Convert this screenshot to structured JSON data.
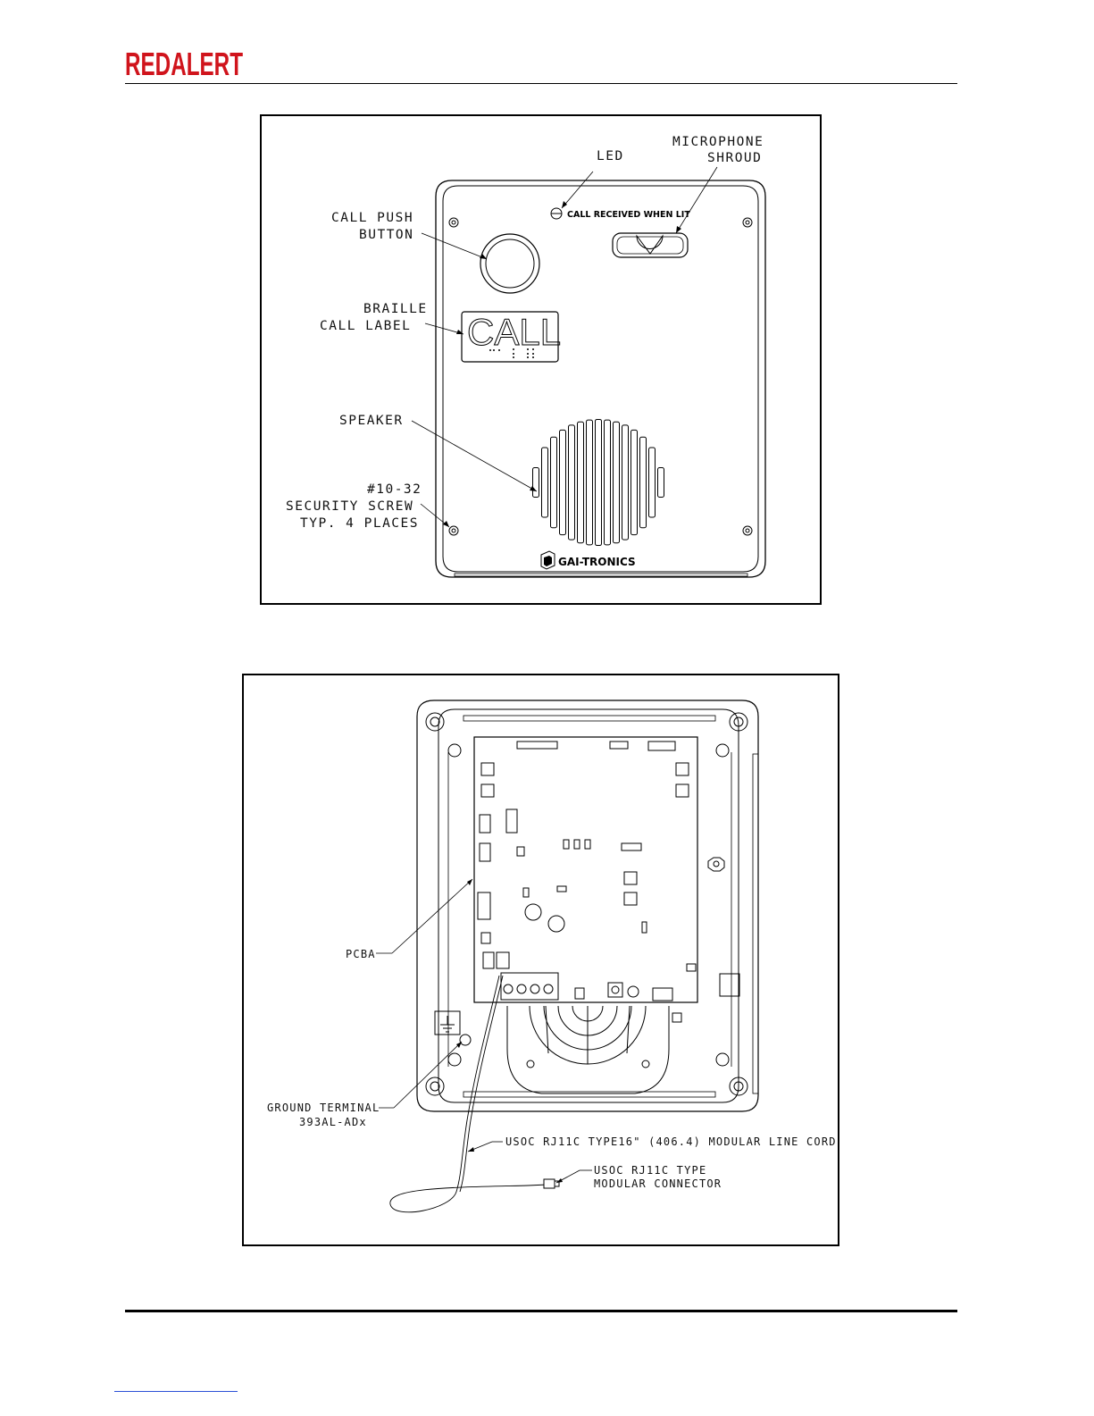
{
  "header": {
    "logo_text": "REDALERT",
    "logo_color": "#d0141c"
  },
  "figure_front": {
    "labels": {
      "led": "LED",
      "mic_1": "MICROPHONE",
      "mic_2": "SHROUD",
      "call_btn_1": "CALL PUSH",
      "call_btn_2": "BUTTON",
      "braille_1": "BRAILLE",
      "braille_2": "CALL LABEL",
      "speaker": "SPEAKER",
      "screw_1": "#10-32",
      "screw_2": "SECURITY SCREW",
      "screw_3": "TYP. 4 PLACES"
    },
    "panel_text": {
      "led_caption": "CALL RECEIVED WHEN LIT",
      "call_label": "CALL",
      "brand": "GAI-TRONICS"
    }
  },
  "figure_interior": {
    "labels": {
      "pcba": "PCBA",
      "ground_1": "GROUND TERMINAL",
      "ground_2": "393AL-ADx",
      "cord": "USOC RJ11C TYPE16\" (406.4) MODULAR LINE CORD",
      "connector_1": "USOC RJ11C TYPE",
      "connector_2": "MODULAR CONNECTOR"
    }
  }
}
